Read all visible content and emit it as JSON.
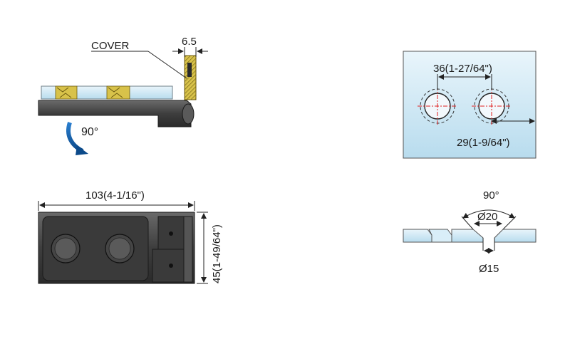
{
  "labels": {
    "cover": "COVER",
    "thickness": "6.5",
    "rotation_side": "90°",
    "hole_spacing": "36(1-27/64\")",
    "edge_distance": "29(1-9/64\")",
    "length": "103(4-1/16\")",
    "height": "45(1-49/64\")",
    "countersink_angle": "90°",
    "countersink_diameter": "Ø20",
    "hole_diameter": "Ø15"
  },
  "colors": {
    "metal": "#4a4a4a",
    "metal_dark": "#2e2e2e",
    "metal_light": "#8a8a8a",
    "glass": "#cfe6f2",
    "glass_edge": "#6f7f88",
    "gasket": "#d8c24a",
    "centerline": "#e02020",
    "line": "#222222"
  },
  "icons": {
    "rotate_arrow": "curved-arrow-icon"
  }
}
